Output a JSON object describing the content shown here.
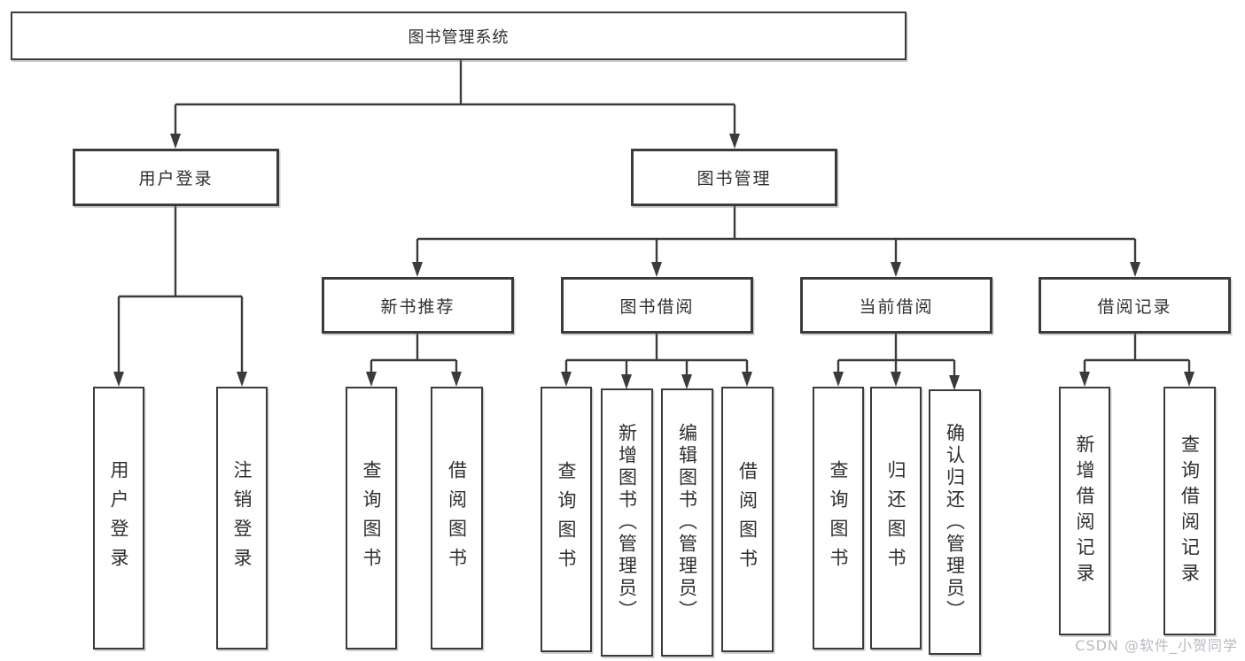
{
  "tree": {
    "root": "图书管理系统",
    "children": [
      {
        "label": "用户登录",
        "children": [
          "用户登录",
          "注销登录"
        ]
      },
      {
        "label": "图书管理",
        "children": [
          {
            "label": "新书推荐",
            "children": [
              "查询图书",
              "借阅图书"
            ]
          },
          {
            "label": "图书借阅",
            "children": [
              "查询图书",
              "新增图书（管理员）",
              "编辑图书（管理员）",
              "借阅图书"
            ]
          },
          {
            "label": "当前借阅",
            "children": [
              "查询图书",
              "归还图书",
              "确认归还（管理员）"
            ]
          },
          {
            "label": "借阅记录",
            "children": [
              "新增借阅记录",
              "查询借阅记录"
            ]
          }
        ]
      }
    ]
  },
  "watermark": "CSDN @软件_小贺同学",
  "colors": {
    "line": "#3b3b3b",
    "border": "#3b3b3b",
    "text": "#2f2f2f",
    "background": "#ffffff",
    "watermark": "#aeb2b9"
  }
}
